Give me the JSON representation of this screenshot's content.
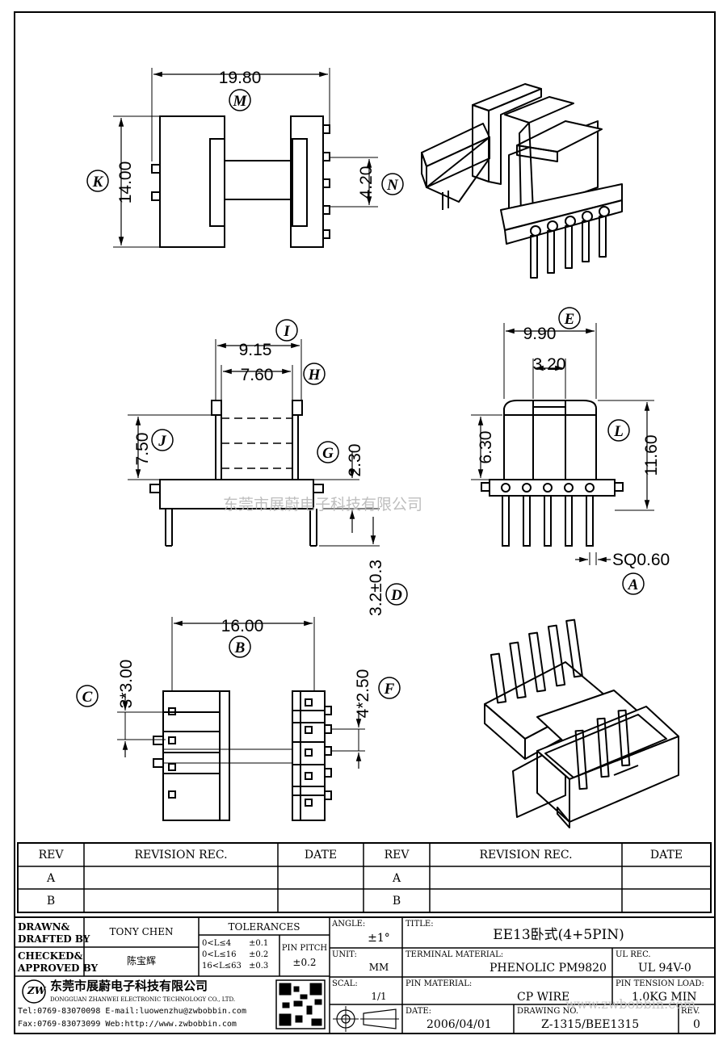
{
  "dimensions": {
    "width_top": "19.80",
    "height_top": "14.00",
    "gap_top": "4.20",
    "width_side": "9.15",
    "inner_side": "7.60",
    "height_side": "7.50",
    "flange_side": "2.30",
    "pin_length": "3.2±0.3",
    "width_end": "9.90",
    "center_end": "3.20",
    "bobbin_end": "6.30",
    "total_end": "11.60",
    "pin_sq": "SQ0.60",
    "row_pitch": "16.00",
    "pitch_left": "3*3.00",
    "pitch_right": "4*2.50"
  },
  "callouts": {
    "M": "M",
    "K": "K",
    "N": "N",
    "I": "I",
    "H": "H",
    "J": "J",
    "G": "G",
    "D": "D",
    "E": "E",
    "L": "L",
    "A": "A",
    "B": "B",
    "C": "C",
    "F": "F"
  },
  "watermark": "东莞市展蔚电子科技有限公司",
  "revision_table": {
    "headers": [
      "REV",
      "REVISION REC.",
      "DATE",
      "REV",
      "REVISION REC.",
      "DATE"
    ],
    "rows": [
      [
        "A",
        "A"
      ],
      [
        "B",
        "B"
      ]
    ]
  },
  "title_block": {
    "drawn_label_1": "DRAWN&",
    "drawn_label_2": "DRAFTED BY",
    "drawn_by": "TONY CHEN",
    "checked_label_1": "CHECKED&",
    "checked_label_2": "APPROVED BY",
    "checked_by": "陈宝辉",
    "tolerances_label": "TOLERANCES",
    "tol_1_range": "0<L≤4",
    "tol_1_val": "±0.1",
    "tol_2_range": "0<L≤16",
    "tol_2_val": "±0.2",
    "tol_3_range": "16<L≤63",
    "tol_3_val": "±0.3",
    "pin_pitch_label": "PIN PITCH",
    "pin_pitch_val": "±0.2",
    "angle_label": "ANGLE:",
    "angle_val": "±1°",
    "unit_label": "UNIT:",
    "unit_val": "MM",
    "scale_label": "SCAL:",
    "scale_val": "1/1",
    "title_label": "TITLE:",
    "title_val": "EE13卧式(4+5PIN)",
    "terminal_label": "TERMINAL MATERIAL:",
    "terminal_val": "PHENOLIC PM9820",
    "ul_label": "UL REC.",
    "ul_val": "UL 94V-0",
    "pin_material_label": "PIN MATERIAL:",
    "pin_material_val": "CP WIRE",
    "tension_label": "PIN TENSION LOAD:",
    "tension_val": "1.0KG MIN",
    "date_label": "DATE:",
    "date_val": "2006/04/01",
    "drawing_label": "DRAWING NO.",
    "drawing_val": "Z-1315/BEE1315",
    "rev_label": "REV.",
    "rev_val": "0",
    "company_cn": "东莞市展蔚电子科技有限公司",
    "company_en": "DONGGUAN ZHANWEI ELECTRONIC TECHNOLOGY CO., LTD.",
    "tel": "Tel:0769-83070098 E-mail:luowenzhu@zwbobbin.com",
    "fax": "Fax:0769-83073099    Web:http://www.zwbobbin.com",
    "logo_text": "ZW",
    "watermark_web": "www.zwbobbin.com"
  }
}
